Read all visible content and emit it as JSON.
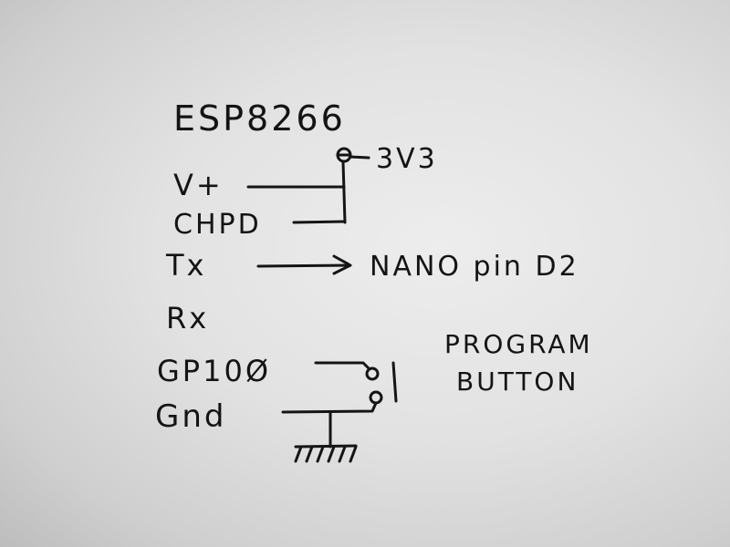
{
  "title": "ESP8266",
  "supply_label": "3V3",
  "pins": {
    "vplus": "V+",
    "chpd": "CHPD",
    "tx": "Tx",
    "rx": "Rx",
    "gpio0": "GP10Ø",
    "gnd": "Gnd"
  },
  "tx_target": "NANO pin D2",
  "button_label_line1": "PROGRAM",
  "button_label_line2": "BUTTON",
  "colors": {
    "ink": "#141414",
    "paper": "#e6e6e6"
  }
}
